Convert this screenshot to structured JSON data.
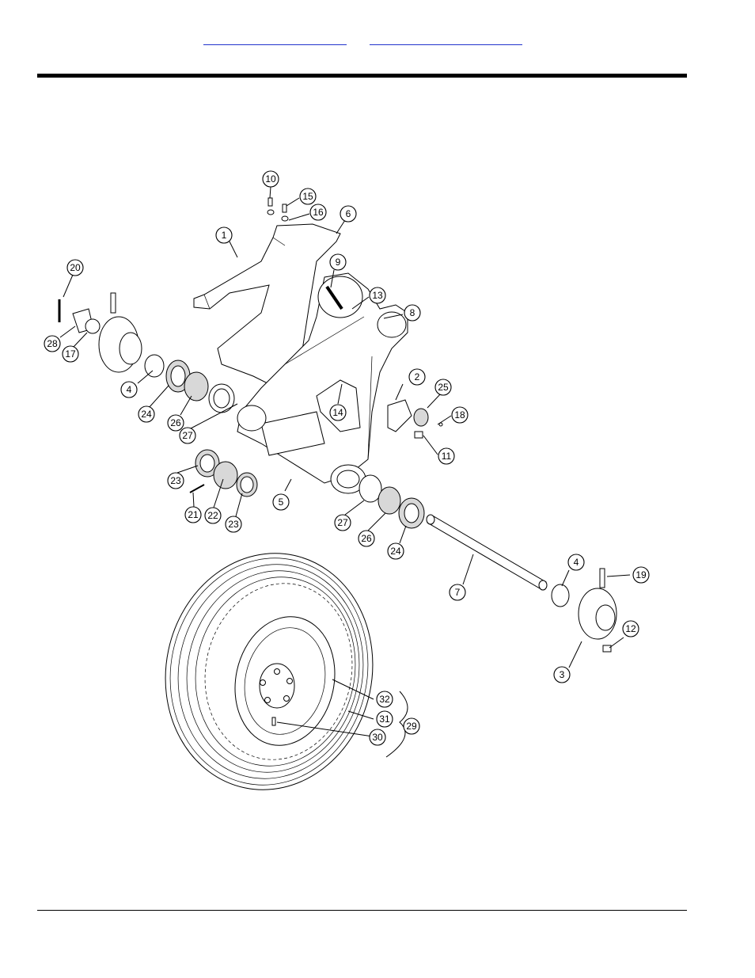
{
  "nav": {
    "link_1": "",
    "link_2": ""
  },
  "diagram": {
    "callouts": [
      "1",
      "2",
      "3",
      "4",
      "4",
      "5",
      "6",
      "7",
      "8",
      "9",
      "10",
      "11",
      "12",
      "13",
      "14",
      "15",
      "16",
      "17",
      "18",
      "19",
      "20",
      "21",
      "22",
      "23",
      "23",
      "24",
      "24",
      "25",
      "26",
      "26",
      "27",
      "27",
      "28",
      "29",
      "30",
      "31",
      "32"
    ]
  }
}
